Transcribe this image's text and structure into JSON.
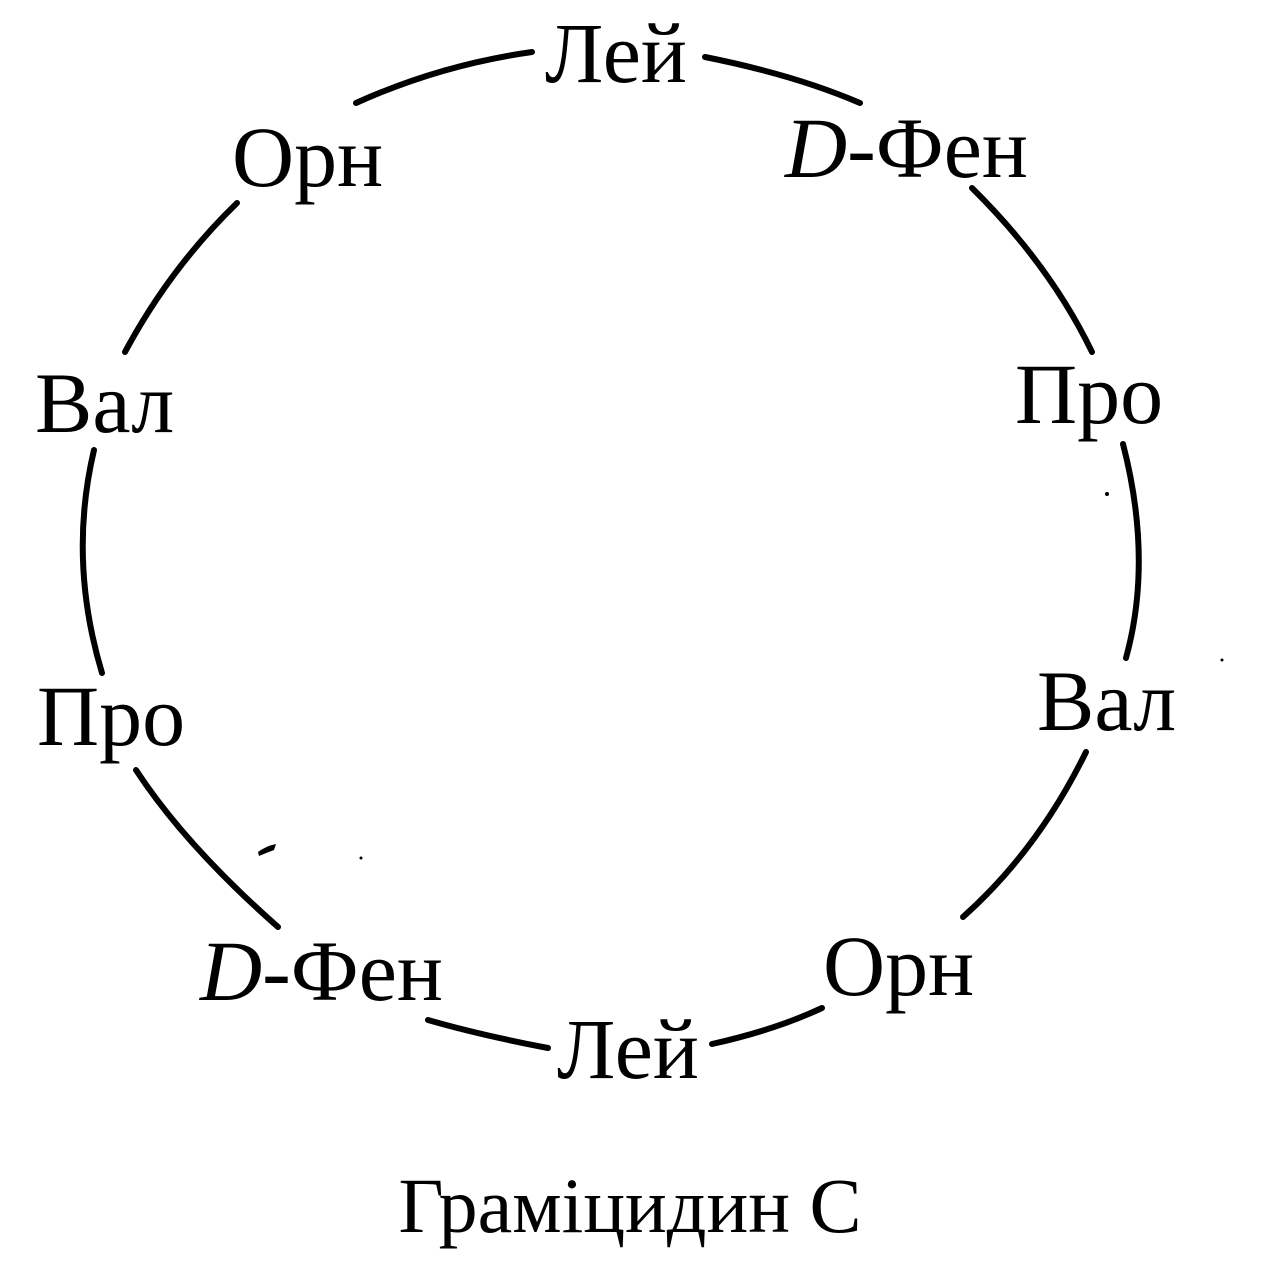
{
  "figure": {
    "caption": "Граміцидин С",
    "residues": [
      {
        "id": "leu-top",
        "prefix": "",
        "name": "Лей"
      },
      {
        "id": "dphe-top",
        "prefix": "D",
        "name": "-Фен"
      },
      {
        "id": "pro-right",
        "prefix": "",
        "name": "Про"
      },
      {
        "id": "val-right",
        "prefix": "",
        "name": "Вал"
      },
      {
        "id": "orn-bottom",
        "prefix": "",
        "name": "Орн"
      },
      {
        "id": "leu-bottom",
        "prefix": "",
        "name": "Лей"
      },
      {
        "id": "dphe-bottom",
        "prefix": "D",
        "name": "-Фен"
      },
      {
        "id": "pro-left",
        "prefix": "",
        "name": "Про"
      },
      {
        "id": "val-left",
        "prefix": "",
        "name": "Вал"
      },
      {
        "id": "orn-top",
        "prefix": "",
        "name": "Орн"
      }
    ]
  },
  "colors": {
    "ink": "#000000",
    "background": "#ffffff"
  }
}
